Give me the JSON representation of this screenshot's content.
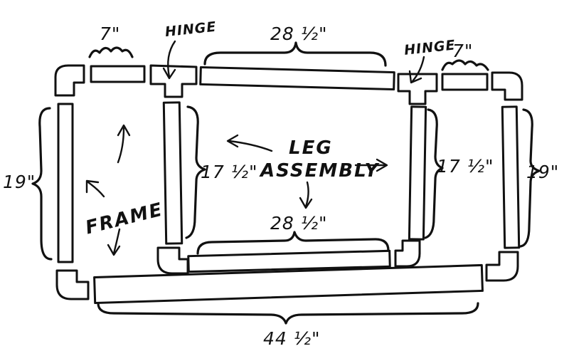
{
  "labels": {
    "frame": "FRAME",
    "leg": "LEG",
    "assembly": "ASSEMBLY",
    "hinge_left": "HINGE",
    "hinge_right": "HINGE"
  },
  "dimensions": {
    "top_left_short": "7\"",
    "top_right_short": "7\"",
    "top_long": "28 ½\"",
    "inner_bottom_long": "28 ½\"",
    "outer_left_side": "19\"",
    "outer_right_side": "19\"",
    "inner_left_side": "17 ½\"",
    "inner_right_side": "17 ½\"",
    "bottom_long": "44 ½\""
  },
  "colors": {
    "ink": "#111111",
    "background": "#ffffff"
  }
}
